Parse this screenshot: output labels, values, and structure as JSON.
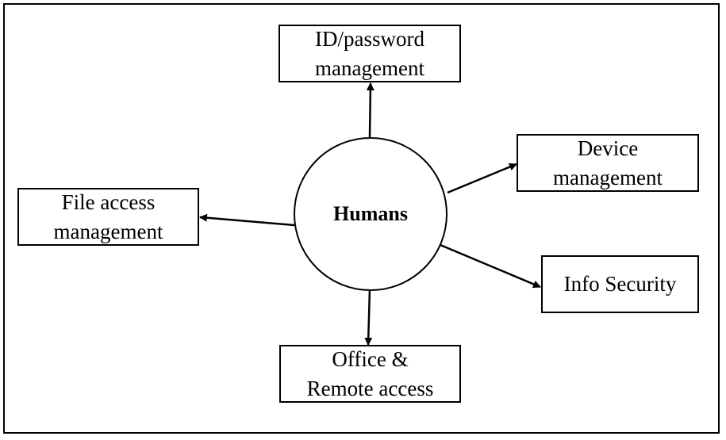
{
  "center": {
    "label": "Humans"
  },
  "boxes": {
    "id_password": {
      "line1": "ID/password",
      "line2": "management"
    },
    "device": {
      "line1": "Device",
      "line2": "management"
    },
    "file_access": {
      "line1": "File access",
      "line2": "management"
    },
    "info_security": {
      "line1": "Info Security"
    },
    "office_remote": {
      "line1": "Office &",
      "line2": "Remote access"
    }
  },
  "colors": {
    "stroke": "#000000",
    "background": "#ffffff"
  }
}
